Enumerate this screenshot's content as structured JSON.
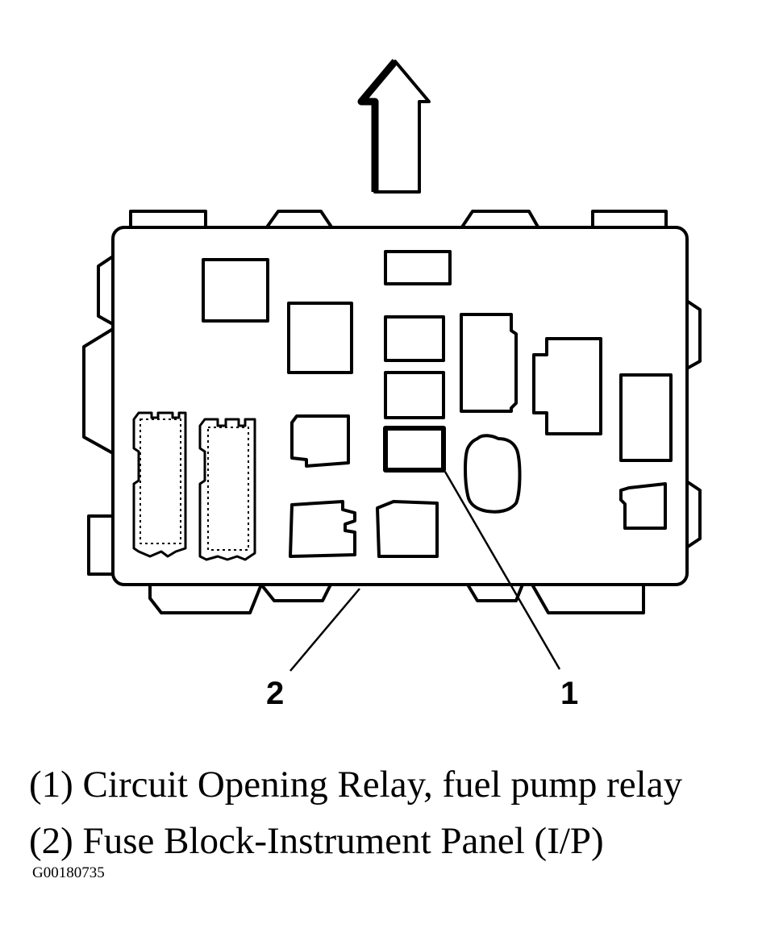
{
  "callouts": {
    "one": "1",
    "two": "2"
  },
  "legend": [
    "(1) Circuit Opening Relay, fuel pump relay",
    "(2) Fuse Block-Instrument Panel (I/P)"
  ],
  "figure_id": "G00180735",
  "icons": {
    "direction": "forward-arrow-icon"
  },
  "colors": {
    "ink": "#000000",
    "paper": "#ffffff"
  }
}
